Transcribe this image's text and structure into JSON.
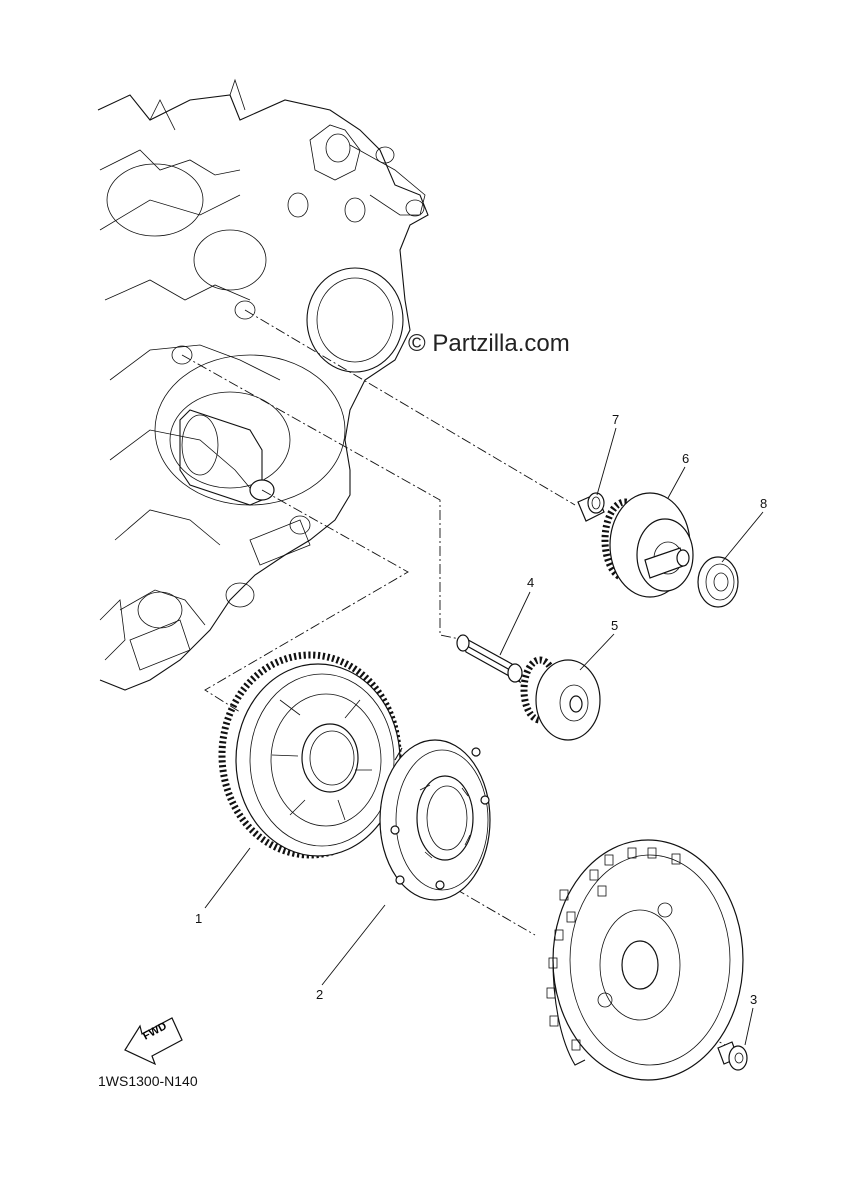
{
  "watermark": "© Partzilla.com",
  "figure_code": "1WS1300-N140",
  "direction_arrow": {
    "label": "FWD",
    "icon": "forward-arrow-icon"
  },
  "callouts": [
    {
      "number": "1"
    },
    {
      "number": "2"
    },
    {
      "number": "3"
    },
    {
      "number": "4"
    },
    {
      "number": "5"
    },
    {
      "number": "6"
    },
    {
      "number": "7"
    },
    {
      "number": "8"
    }
  ]
}
